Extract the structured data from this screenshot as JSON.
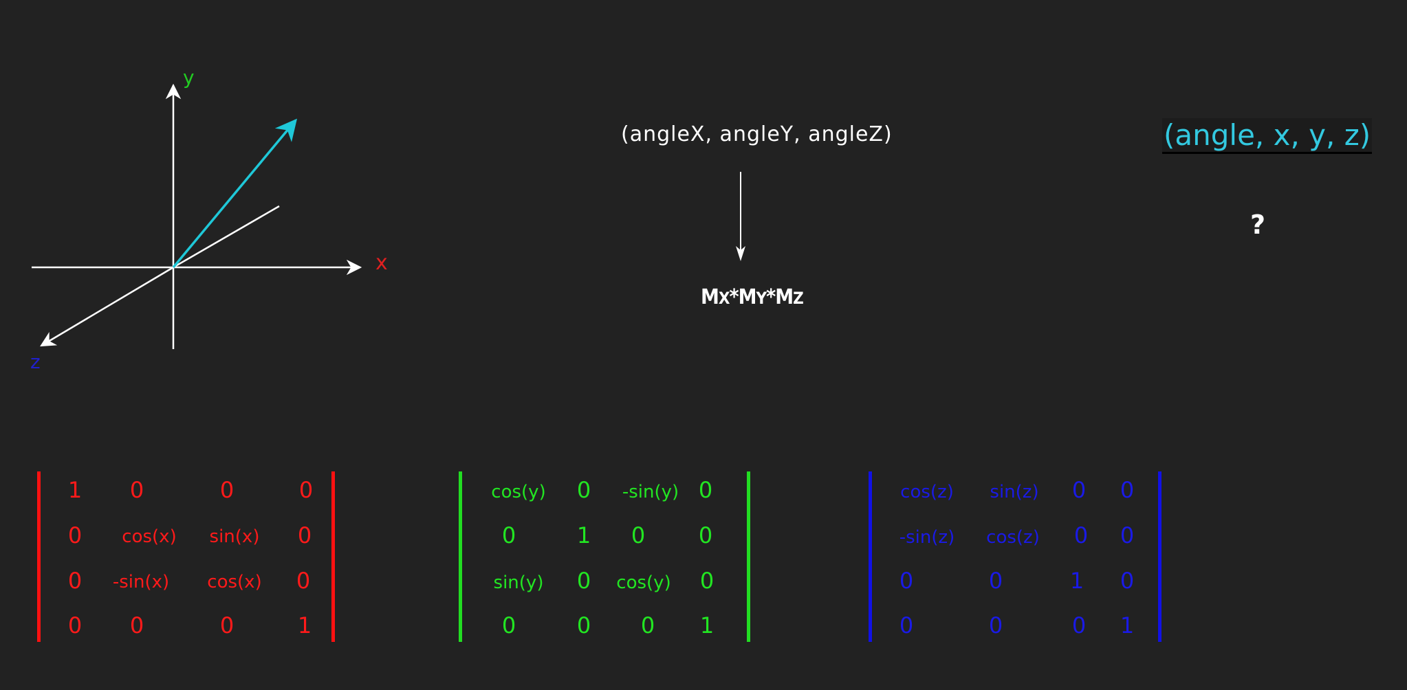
{
  "axes": {
    "x_label": "x",
    "y_label": "y",
    "z_label": "z",
    "colors": {
      "x_label": "#e02020",
      "y_label": "#22cc22",
      "z_label": "#2020cc",
      "axis_lines": "#ffffff",
      "rotation_vector": "#1fc8d8",
      "background": "#222222"
    }
  },
  "euler": {
    "tuple": "(angleX, angleY, angleZ)",
    "product_parts": [
      "M",
      "X",
      "*",
      "M",
      "Y",
      "*",
      "M",
      "Z"
    ]
  },
  "axis_angle": {
    "tuple": "(angle, x, y, z)",
    "question": "?"
  },
  "matrices": {
    "mx": {
      "color": "#ff1a1a",
      "rows": [
        [
          "1",
          "0",
          "0",
          "0"
        ],
        [
          "0",
          "cos(x)",
          "sin(x)",
          "0"
        ],
        [
          "0",
          "-sin(x)",
          "cos(x)",
          "0"
        ],
        [
          "0",
          "0",
          "0",
          "1"
        ]
      ]
    },
    "my": {
      "color": "#22e622",
      "rows": [
        [
          "cos(y)",
          "0",
          "-sin(y)",
          "0"
        ],
        [
          "0",
          "1",
          "0",
          "0"
        ],
        [
          "sin(y)",
          "0",
          "cos(y)",
          "0"
        ],
        [
          "0",
          "0",
          "0",
          "1"
        ]
      ]
    },
    "mz": {
      "color": "#1a1ae6",
      "rows": [
        [
          "cos(z)",
          "sin(z)",
          "0",
          "0"
        ],
        [
          "-sin(z)",
          "cos(z)",
          "0",
          "0"
        ],
        [
          "0",
          "0",
          "1",
          "0"
        ],
        [
          "0",
          "0",
          "0",
          "1"
        ]
      ]
    }
  }
}
